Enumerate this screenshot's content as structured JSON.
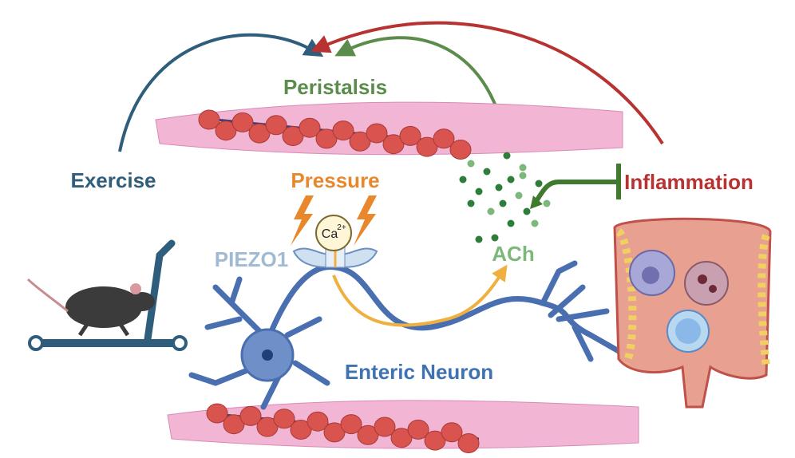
{
  "labels": {
    "peristalsis": "Peristalsis",
    "exercise": "Exercise",
    "pressure": "Pressure",
    "calcium": "Ca",
    "calcium_charge": "2+",
    "piezo1": "PIEZO1",
    "ach": "ACh",
    "inflammation": "Inflammation",
    "enteric_neuron": "Enteric Neuron"
  },
  "colors": {
    "peristalsis": "#5b8c4c",
    "exercise": "#2f5d7c",
    "pressure": "#e8872b",
    "piezo1": "#9fbad2",
    "ach": "#7cb87a",
    "inflammation": "#b83232",
    "enteric_neuron": "#3f72b3",
    "muscle": "#f2b6d4",
    "muscle_cell": "#d9534f",
    "neuron": "#4a6fb0"
  }
}
